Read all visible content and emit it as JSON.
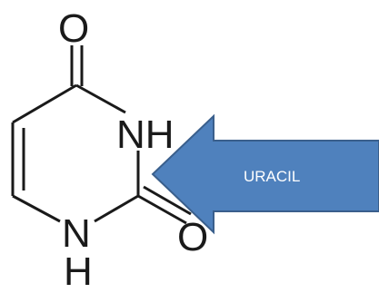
{
  "molecule": {
    "atoms": {
      "o_top": "O",
      "nh_right": "NH",
      "n_bottom": "N",
      "h_bottom": "H",
      "o_right": "O"
    }
  },
  "arrow": {
    "label": "URACIL",
    "fill_color": "#4f81bd",
    "stroke_color": "#3a5f8c"
  }
}
